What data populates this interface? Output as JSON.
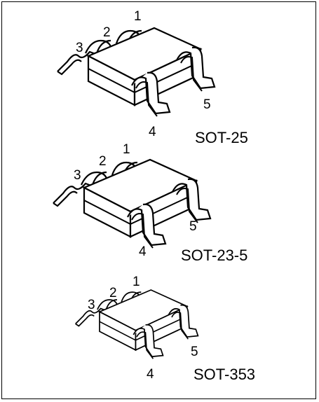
{
  "packages": [
    {
      "name": "SOT-25",
      "pins": [
        "1",
        "2",
        "3",
        "4",
        "5"
      ]
    },
    {
      "name": "SOT-23-5",
      "pins": [
        "1",
        "2",
        "3",
        "4",
        "5"
      ]
    },
    {
      "name": "SOT-353",
      "pins": [
        "1",
        "2",
        "3",
        "4",
        "5"
      ]
    }
  ]
}
